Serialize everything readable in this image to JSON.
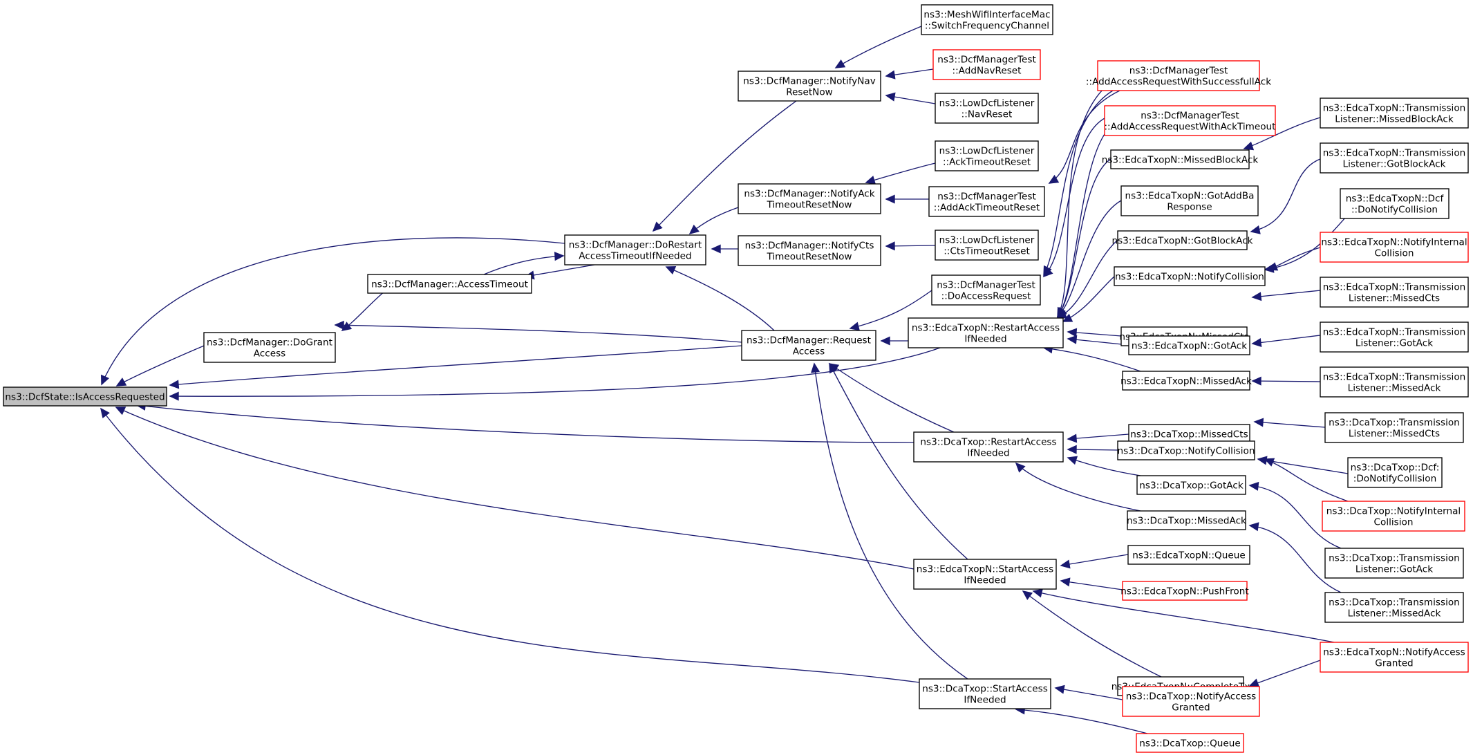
{
  "colors": {
    "edge": "#191970",
    "node_border": "#000000",
    "node_border_red": "#ff0000",
    "root_fill": "#bfbfbf"
  },
  "nodes": [
    {
      "id": "root",
      "lines": [
        "ns3::DcfState::IsAccessRequested"
      ],
      "root": true
    },
    {
      "id": "doGrant",
      "lines": [
        "ns3::DcfManager::DoGrant",
        "Access"
      ]
    },
    {
      "id": "accessTimeout",
      "lines": [
        "ns3::DcfManager::AccessTimeout"
      ]
    },
    {
      "id": "doRestart",
      "lines": [
        "ns3::DcfManager::DoRestart",
        "AccessTimeoutIfNeeded"
      ]
    },
    {
      "id": "notifyNav",
      "lines": [
        "ns3::DcfManager::NotifyNav",
        "ResetNow"
      ]
    },
    {
      "id": "notifyAck",
      "lines": [
        "ns3::DcfManager::NotifyAck",
        "TimeoutResetNow"
      ]
    },
    {
      "id": "notifyCts",
      "lines": [
        "ns3::DcfManager::NotifyCts",
        "TimeoutResetNow"
      ]
    },
    {
      "id": "requestAccess",
      "lines": [
        "ns3::DcfManager::Request",
        "Access"
      ]
    },
    {
      "id": "meshSwitch",
      "lines": [
        "ns3::MeshWifiInterfaceMac",
        "::SwitchFrequencyChannel"
      ]
    },
    {
      "id": "addNavReset",
      "lines": [
        "ns3::DcfManagerTest",
        "::AddNavReset"
      ],
      "red": true
    },
    {
      "id": "lowNavReset",
      "lines": [
        "ns3::LowDcfListener",
        "::NavReset"
      ]
    },
    {
      "id": "lowAckTimeout",
      "lines": [
        "ns3::LowDcfListener",
        "::AckTimeoutReset"
      ]
    },
    {
      "id": "addAckTimeout",
      "lines": [
        "ns3::DcfManagerTest",
        "::AddAckTimeoutReset"
      ]
    },
    {
      "id": "lowCtsTimeout",
      "lines": [
        "ns3::LowDcfListener",
        "::CtsTimeoutReset"
      ]
    },
    {
      "id": "doAccessReq",
      "lines": [
        "ns3::DcfManagerTest",
        "::DoAccessRequest"
      ]
    },
    {
      "id": "addReqSuccess",
      "lines": [
        "ns3::DcfManagerTest",
        "::AddAccessRequestWithSuccessfullAck"
      ],
      "red": true
    },
    {
      "id": "addReqAckTimeout",
      "lines": [
        "ns3::DcfManagerTest",
        "::AddAccessRequestWithAckTimeout"
      ],
      "red": true
    },
    {
      "id": "edcaRestart",
      "lines": [
        "ns3::EdcaTxopN::RestartAccess",
        "IfNeeded"
      ]
    },
    {
      "id": "edcaMissedBlockAck",
      "lines": [
        "ns3::EdcaTxopN::MissedBlockAck"
      ]
    },
    {
      "id": "edcaGotAddBa",
      "lines": [
        "ns3::EdcaTxopN::GotAddBa",
        "Response"
      ]
    },
    {
      "id": "edcaGotBlockAck",
      "lines": [
        "ns3::EdcaTxopN::GotBlockAck"
      ]
    },
    {
      "id": "edcaNotifyCollision",
      "lines": [
        "ns3::EdcaTxopN::NotifyCollision"
      ]
    },
    {
      "id": "edcaMissedCts",
      "lines": [
        "ns3::EdcaTxopN::MissedCts"
      ]
    },
    {
      "id": "edcaGotAck",
      "lines": [
        "ns3::EdcaTxopN::GotAck"
      ]
    },
    {
      "id": "edcaMissedAck",
      "lines": [
        "ns3::EdcaTxopN::MissedAck"
      ]
    },
    {
      "id": "edcaTlMissedBlockAck",
      "lines": [
        "ns3::EdcaTxopN::Transmission",
        "Listener::MissedBlockAck"
      ]
    },
    {
      "id": "edcaTlGotBlockAck",
      "lines": [
        "ns3::EdcaTxopN::Transmission",
        "Listener::GotBlockAck"
      ]
    },
    {
      "id": "edcaDcfDoNotifyCollision",
      "lines": [
        "ns3::EdcaTxopN::Dcf",
        "::DoNotifyCollision"
      ]
    },
    {
      "id": "edcaNotifyInternal",
      "lines": [
        "ns3::EdcaTxopN::NotifyInternal",
        "Collision"
      ],
      "red": true
    },
    {
      "id": "edcaTlMissedCts",
      "lines": [
        "ns3::EdcaTxopN::Transmission",
        "Listener::MissedCts"
      ]
    },
    {
      "id": "edcaTlGotAck",
      "lines": [
        "ns3::EdcaTxopN::Transmission",
        "Listener::GotAck"
      ]
    },
    {
      "id": "edcaTlMissedAck",
      "lines": [
        "ns3::EdcaTxopN::Transmission",
        "Listener::MissedAck"
      ]
    },
    {
      "id": "dcaRestart",
      "lines": [
        "ns3::DcaTxop::RestartAccess",
        "IfNeeded"
      ]
    },
    {
      "id": "dcaMissedCts",
      "lines": [
        "ns3::DcaTxop::MissedCts"
      ]
    },
    {
      "id": "dcaNotifyCollision",
      "lines": [
        "ns3::DcaTxop::NotifyCollision"
      ]
    },
    {
      "id": "dcaGotAck",
      "lines": [
        "ns3::DcaTxop::GotAck"
      ]
    },
    {
      "id": "dcaMissedAck",
      "lines": [
        "ns3::DcaTxop::MissedAck"
      ]
    },
    {
      "id": "dcaTlMissedCts",
      "lines": [
        "ns3::DcaTxop::Transmission",
        "Listener::MissedCts"
      ]
    },
    {
      "id": "dcaDcfDoNotifyCollision",
      "lines": [
        "ns3::DcaTxop::Dcf:",
        ":DoNotifyCollision"
      ]
    },
    {
      "id": "dcaNotifyInternal",
      "lines": [
        "ns3::DcaTxop::NotifyInternal",
        "Collision"
      ],
      "red": true
    },
    {
      "id": "dcaTlGotAck",
      "lines": [
        "ns3::DcaTxop::Transmission",
        "Listener::GotAck"
      ]
    },
    {
      "id": "dcaTlMissedAck",
      "lines": [
        "ns3::DcaTxop::Transmission",
        "Listener::MissedAck"
      ]
    },
    {
      "id": "edcaStart",
      "lines": [
        "ns3::EdcaTxopN::StartAccess",
        "IfNeeded"
      ]
    },
    {
      "id": "edcaQueue",
      "lines": [
        "ns3::EdcaTxopN::Queue"
      ]
    },
    {
      "id": "edcaPushFront",
      "lines": [
        "ns3::EdcaTxopN::PushFront"
      ],
      "red": true
    },
    {
      "id": "edcaCompleteTx",
      "lines": [
        "ns3::EdcaTxopN::CompleteTx"
      ]
    },
    {
      "id": "edcaNotifyAccessGranted",
      "lines": [
        "ns3::EdcaTxopN::NotifyAccess",
        "Granted"
      ],
      "red": true
    },
    {
      "id": "dcaStart",
      "lines": [
        "ns3::DcaTxop::StartAccess",
        "IfNeeded"
      ]
    },
    {
      "id": "dcaNotifyAccessGranted",
      "lines": [
        "ns3::DcaTxop::NotifyAccess",
        "Granted"
      ],
      "red": true
    },
    {
      "id": "dcaQueue",
      "lines": [
        "ns3::DcaTxop::Queue"
      ],
      "red": true
    }
  ],
  "edges": [
    [
      "doGrant",
      "root"
    ],
    [
      "doRestart",
      "root"
    ],
    [
      "requestAccess",
      "root"
    ],
    [
      "edcaRestart",
      "root"
    ],
    [
      "dcaRestart",
      "root"
    ],
    [
      "edcaStart",
      "root"
    ],
    [
      "dcaStart",
      "root"
    ],
    [
      "accessTimeout",
      "doGrant"
    ],
    [
      "requestAccess",
      "doGrant"
    ],
    [
      "doRestart",
      "accessTimeout"
    ],
    [
      "accessTimeout",
      "doRestart"
    ],
    [
      "notifyNav",
      "doRestart"
    ],
    [
      "notifyAck",
      "doRestart"
    ],
    [
      "notifyCts",
      "doRestart"
    ],
    [
      "requestAccess",
      "doRestart"
    ],
    [
      "meshSwitch",
      "notifyNav"
    ],
    [
      "addNavReset",
      "notifyNav"
    ],
    [
      "lowNavReset",
      "notifyNav"
    ],
    [
      "lowAckTimeout",
      "notifyAck"
    ],
    [
      "addAckTimeout",
      "notifyAck"
    ],
    [
      "lowCtsTimeout",
      "notifyCts"
    ],
    [
      "doAccessReq",
      "requestAccess"
    ],
    [
      "edcaRestart",
      "requestAccess"
    ],
    [
      "dcaRestart",
      "requestAccess"
    ],
    [
      "edcaStart",
      "requestAccess"
    ],
    [
      "dcaStart",
      "requestAccess"
    ],
    [
      "addReqSuccess",
      "addAckTimeout"
    ],
    [
      "addReqSuccess",
      "doAccessReq"
    ],
    [
      "addReqAckTimeout",
      "doAccessReq"
    ],
    [
      "addReqSuccess",
      "edcaRestart"
    ],
    [
      "addReqAckTimeout",
      "edcaRestart"
    ],
    [
      "edcaMissedBlockAck",
      "edcaRestart"
    ],
    [
      "edcaGotAddBa",
      "edcaRestart"
    ],
    [
      "edcaGotBlockAck",
      "edcaRestart"
    ],
    [
      "edcaNotifyCollision",
      "edcaRestart"
    ],
    [
      "edcaMissedCts",
      "edcaRestart"
    ],
    [
      "edcaGotAck",
      "edcaRestart"
    ],
    [
      "edcaMissedAck",
      "edcaRestart"
    ],
    [
      "edcaTlMissedBlockAck",
      "edcaMissedBlockAck"
    ],
    [
      "edcaTlGotBlockAck",
      "edcaGotBlockAck"
    ],
    [
      "edcaDcfDoNotifyCollision",
      "edcaNotifyCollision"
    ],
    [
      "edcaNotifyInternal",
      "edcaNotifyCollision"
    ],
    [
      "edcaTlMissedCts",
      "edcaMissedCts"
    ],
    [
      "edcaTlGotAck",
      "edcaGotAck"
    ],
    [
      "edcaTlMissedAck",
      "edcaMissedAck"
    ],
    [
      "dcaMissedCts",
      "dcaRestart"
    ],
    [
      "dcaNotifyCollision",
      "dcaRestart"
    ],
    [
      "dcaGotAck",
      "dcaRestart"
    ],
    [
      "dcaMissedAck",
      "dcaRestart"
    ],
    [
      "dcaTlMissedCts",
      "dcaMissedCts"
    ],
    [
      "dcaDcfDoNotifyCollision",
      "dcaNotifyCollision"
    ],
    [
      "dcaNotifyInternal",
      "dcaNotifyCollision"
    ],
    [
      "dcaTlGotAck",
      "dcaGotAck"
    ],
    [
      "dcaTlMissedAck",
      "dcaMissedAck"
    ],
    [
      "edcaQueue",
      "edcaStart"
    ],
    [
      "edcaPushFront",
      "edcaStart"
    ],
    [
      "edcaCompleteTx",
      "edcaStart"
    ],
    [
      "edcaNotifyAccessGranted",
      "edcaStart"
    ],
    [
      "edcaNotifyAccessGranted",
      "edcaCompleteTx"
    ],
    [
      "dcaNotifyAccessGranted",
      "dcaStart"
    ],
    [
      "dcaQueue",
      "dcaStart"
    ]
  ]
}
